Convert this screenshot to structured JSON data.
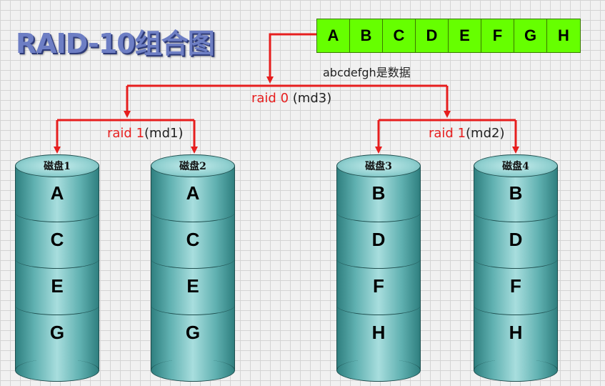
{
  "title": "RAID-10组合图",
  "data_blocks": [
    "A",
    "B",
    "C",
    "D",
    "E",
    "F",
    "G",
    "H"
  ],
  "caption": "abcdefgh是数据",
  "raid0": {
    "level": "raid 0",
    "device": "(md3)"
  },
  "raid1_left": {
    "level": "raid 1",
    "device": "(md1)"
  },
  "raid1_right": {
    "level": "raid 1",
    "device": "(md2)"
  },
  "disks": [
    {
      "name": "磁盘1",
      "blocks": [
        "A",
        "C",
        "E",
        "G"
      ]
    },
    {
      "name": "磁盘2",
      "blocks": [
        "A",
        "C",
        "E",
        "G"
      ]
    },
    {
      "name": "磁盘3",
      "blocks": [
        "B",
        "D",
        "F",
        "H"
      ]
    },
    {
      "name": "磁盘4",
      "blocks": [
        "B",
        "D",
        "F",
        "H"
      ]
    }
  ],
  "colors": {
    "arrow": "#e61e1e",
    "data_block": "#66ff00",
    "disk": "#5fb0b0",
    "title": "#6d7ec4"
  }
}
